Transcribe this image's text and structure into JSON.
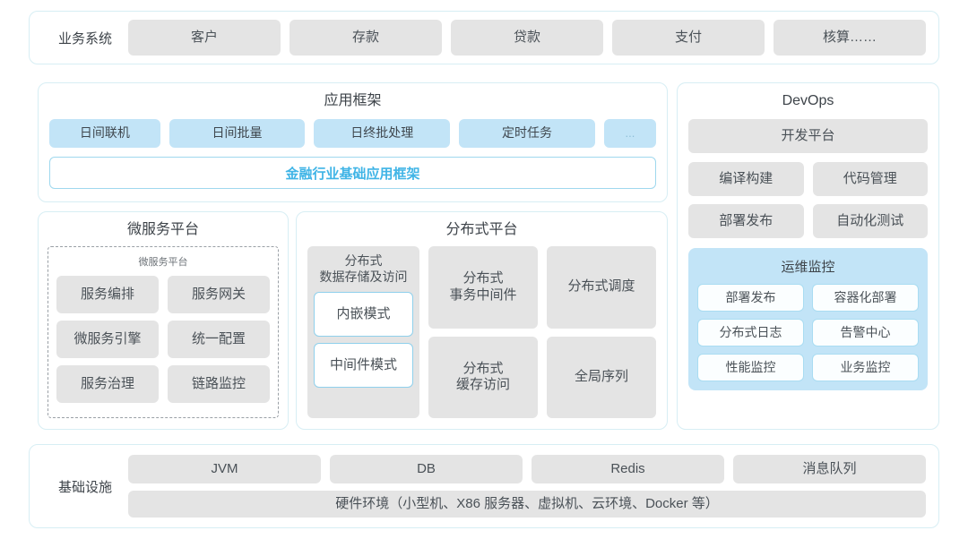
{
  "business_systems": {
    "label": "业务系统",
    "items": [
      "客户",
      "存款",
      "贷款",
      "支付",
      "核算……"
    ]
  },
  "app_framework": {
    "title": "应用框架",
    "items": [
      "日间联机",
      "日间批量",
      "日终批处理",
      "定时任务",
      "..."
    ],
    "base_platform": "金融行业基础应用框架",
    "base_color": "#3fb4e6",
    "chip_color": "#c2e4f7"
  },
  "microservice_platform": {
    "title": "微服务平台",
    "inner_title": "微服务平台",
    "items": [
      "服务编排",
      "服务网关",
      "微服务引擎",
      "统一配置",
      "服务治理",
      "链路监控"
    ]
  },
  "distributed_platform": {
    "title": "分布式平台",
    "storage": {
      "title": "分布式\n数据存储及访问",
      "title_line1": "分布式",
      "title_line2": "数据存储及访问",
      "modes": [
        "内嵌模式",
        "中间件模式"
      ]
    },
    "items": [
      {
        "line1": "分布式",
        "line2": "事务中间件"
      },
      {
        "line1": "分布式调度",
        "line2": ""
      },
      {
        "line1": "分布式",
        "line2": "缓存访问"
      },
      {
        "line1": "全局序列",
        "line2": ""
      }
    ]
  },
  "devops": {
    "title": "DevOps",
    "platform": "开发平台",
    "items": [
      "编译构建",
      "代码管理",
      "部署发布",
      "自动化测试"
    ],
    "monitoring": {
      "title": "运维监控",
      "bg_color": "#c2e4f7",
      "items": [
        "部署发布",
        "容器化部署",
        "分布式日志",
        "告警中心",
        "性能监控",
        "业务监控"
      ]
    }
  },
  "infrastructure": {
    "label": "基础设施",
    "items": [
      "JVM",
      "DB",
      "Redis",
      "消息队列"
    ],
    "hardware": "硬件环境（小型机、X86 服务器、虚拟机、云环境、Docker 等）"
  },
  "theme": {
    "card_border": "#d7eef4",
    "gray_chip": "#e4e4e4",
    "blue_chip": "#c2e4f7",
    "text": "#3d4349"
  }
}
